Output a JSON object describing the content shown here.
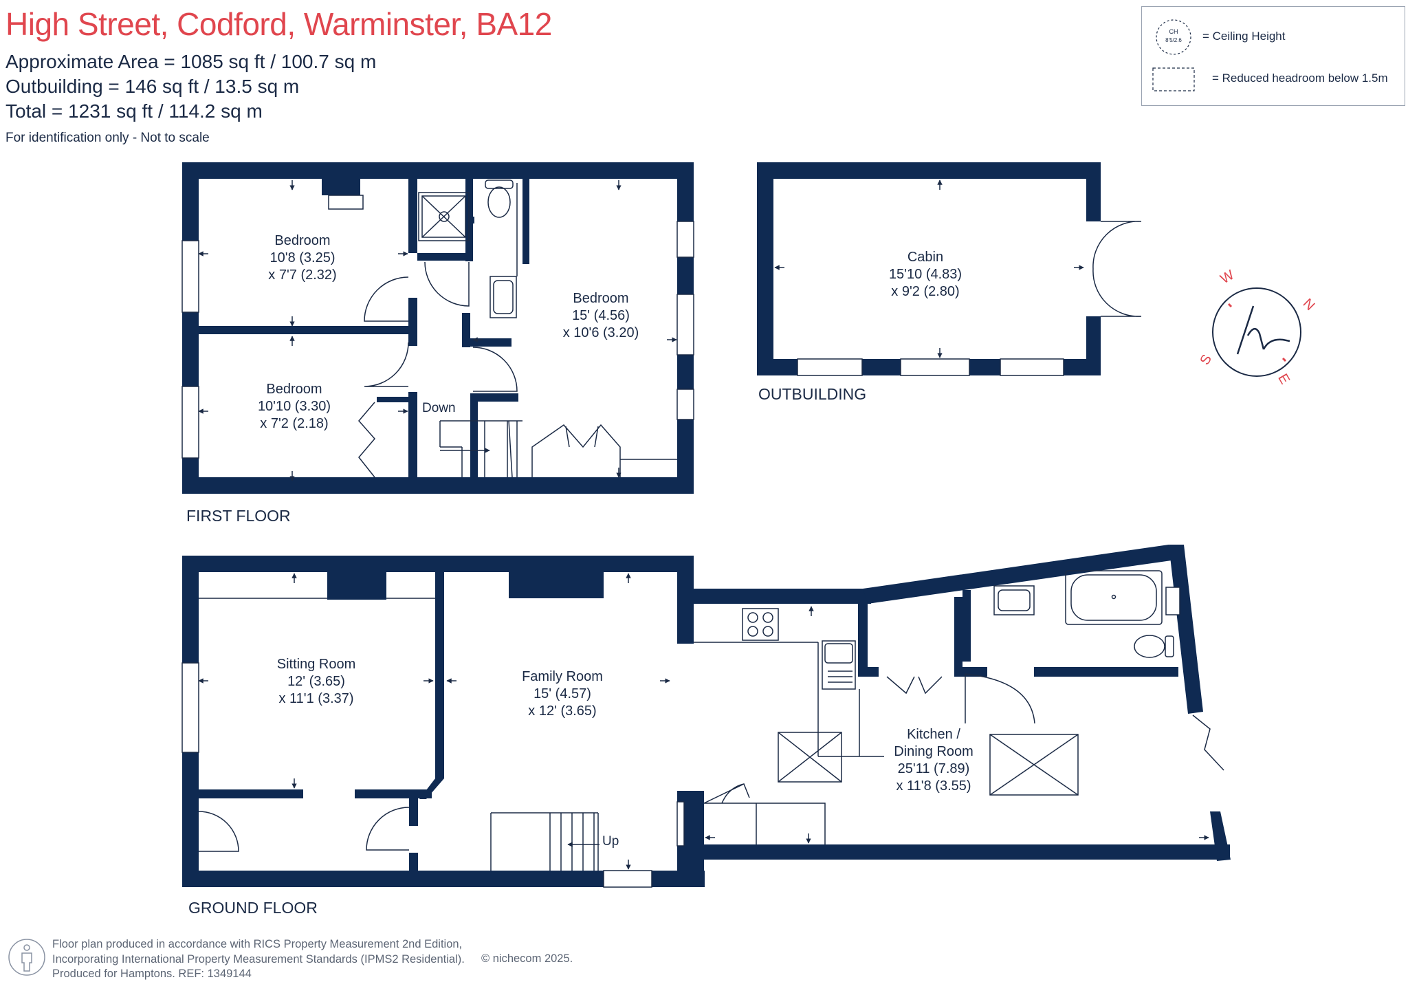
{
  "header": {
    "title": "High Street, Codford, Warminster, BA12",
    "area_main": "Approximate Area = 1085 sq ft / 100.7 sq m",
    "area_outbuilding": "Outbuilding = 146 sq ft / 13.5 sq m",
    "area_total": "Total = 1231 sq ft / 114.2 sq m",
    "note": "For identification only - Not to scale"
  },
  "legend": {
    "ceiling_symbol_top": "CH",
    "ceiling_symbol_bottom": "8'5/2.6",
    "ceiling_label": "= Ceiling Height",
    "headroom_label": "= Reduced headroom below 1.5m"
  },
  "floors": {
    "first_floor_label": "FIRST FLOOR",
    "ground_floor_label": "GROUND FLOOR",
    "outbuilding_label": "OUTBUILDING"
  },
  "rooms": {
    "bedroom1": {
      "name": "Bedroom",
      "dim1": "10'8 (3.25)",
      "dim2": "x 7'7 (2.32)"
    },
    "bedroom2": {
      "name": "Bedroom",
      "dim1": "10'10 (3.30)",
      "dim2": "x 7'2 (2.18)"
    },
    "bedroom3": {
      "name": "Bedroom",
      "dim1": "15' (4.56)",
      "dim2": "x 10'6 (3.20)"
    },
    "cabin": {
      "name": "Cabin",
      "dim1": "15'10 (4.83)",
      "dim2": "x 9'2 (2.80)"
    },
    "sitting": {
      "name": "Sitting Room",
      "dim1": "12' (3.65)",
      "dim2": "x 11'1 (3.37)"
    },
    "family": {
      "name": "Family Room",
      "dim1": "15' (4.57)",
      "dim2": "x 12' (3.65)"
    },
    "kitchen": {
      "name1": "Kitchen /",
      "name2": "Dining Room",
      "dim1": "25'11 (7.89)",
      "dim2": "x 11'8 (3.55)"
    }
  },
  "stairs": {
    "down_label": "Down",
    "up_label": "Up"
  },
  "compass": {
    "n": "N",
    "e": "E",
    "s": "S",
    "w": "W",
    "logo": "h"
  },
  "footer": {
    "line1": "Floor plan produced in accordance with RICS Property Measurement 2nd Edition,",
    "line2": "Incorporating International Property Measurement Standards (IPMS2 Residential).",
    "line3": "Produced for Hamptons.   REF:  1349144",
    "copyright": "© nichecom 2025."
  },
  "colors": {
    "wall": "#0f2a52",
    "title": "#e0464e",
    "text": "#1b2a45",
    "compass": "#e0464e"
  }
}
